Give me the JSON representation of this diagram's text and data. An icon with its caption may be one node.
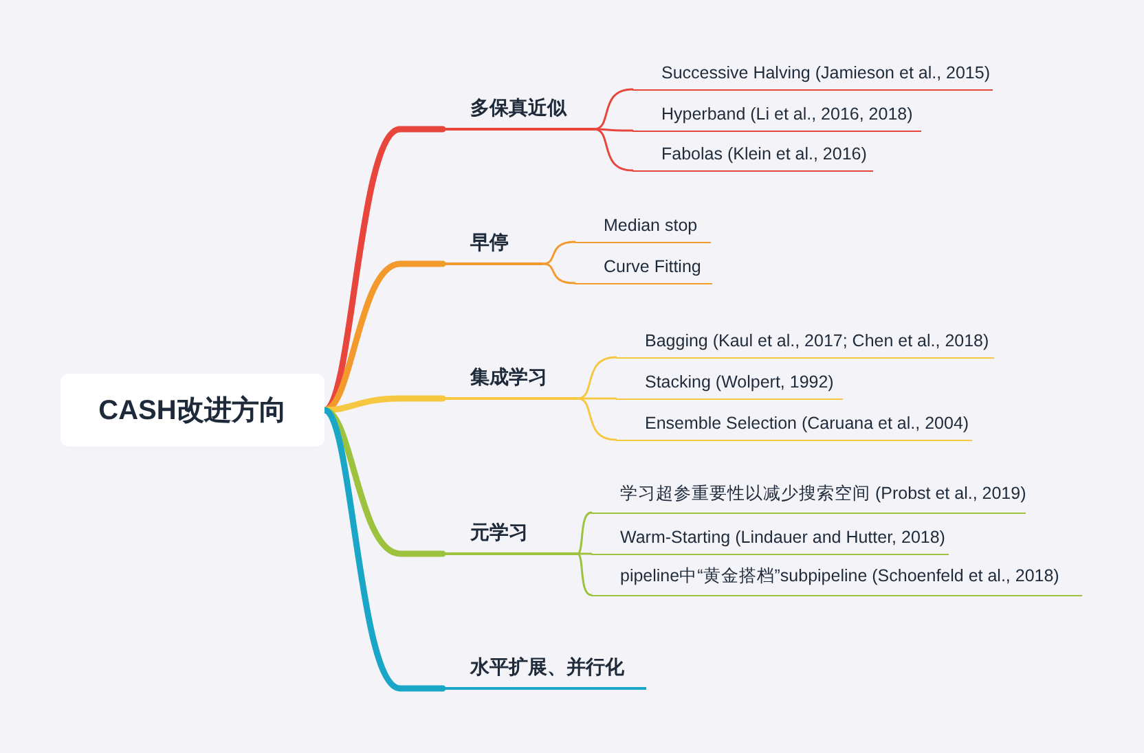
{
  "diagram": {
    "nodes": [
      {
        "text": [
          "CASH改进方向"
        ]
      },
      {
        "text": [
          "多保真近似"
        ]
      },
      {
        "text": [
          "Successive Halving (Jamieson et al., 2015)"
        ]
      },
      {
        "text": [
          "Hyperband (Li et al., 2016, 2018)"
        ]
      },
      {
        "text": [
          "Fabolas (Klein et al., 2016)"
        ]
      },
      {
        "text": [
          "早停"
        ]
      },
      {
        "text": [
          "Median stop"
        ]
      },
      {
        "text": [
          "Curve Fitting"
        ]
      },
      {
        "text": [
          "集成学习"
        ]
      },
      {
        "text": [
          "Bagging (Kaul et al., 2017; Chen et al., 2018)"
        ]
      },
      {
        "text": [
          "Stacking (Wolpert, 1992)"
        ]
      },
      {
        "text": [
          "Ensemble Selection (Caruana et al., 2004)"
        ]
      },
      {
        "text": [
          "元学习"
        ]
      },
      {
        "text": [
          "学习超参重要性以减少搜索空间 (Probst et al., 2019)"
        ]
      },
      {
        "text": [
          "Warm-Starting (Lindauer and Hutter, 2018)"
        ]
      },
      {
        "text": [
          "pipeline中“黄金搭档”subpipeline (Schoenfeld et al., 2018)"
        ]
      },
      {
        "text": [
          "水平扩展、并行化"
        ]
      }
    ],
    "edges": [
      {
        "from": 0,
        "to": 1,
        "arrow": "none",
        "style": "thick",
        "color": "#e8453c"
      },
      {
        "from": 1,
        "to": 2,
        "arrow": "none",
        "color": "#e8453c"
      },
      {
        "from": 1,
        "to": 3,
        "arrow": "none",
        "color": "#e8453c"
      },
      {
        "from": 1,
        "to": 4,
        "arrow": "none",
        "color": "#e8453c"
      },
      {
        "from": 0,
        "to": 5,
        "arrow": "none",
        "style": "thick",
        "color": "#f39a2c"
      },
      {
        "from": 5,
        "to": 6,
        "arrow": "none",
        "color": "#f39a2c"
      },
      {
        "from": 5,
        "to": 7,
        "arrow": "none",
        "color": "#f39a2c"
      },
      {
        "from": 0,
        "to": 8,
        "arrow": "none",
        "style": "thick",
        "color": "#f6c842"
      },
      {
        "from": 8,
        "to": 9,
        "arrow": "none",
        "color": "#f6c842"
      },
      {
        "from": 8,
        "to": 10,
        "arrow": "none",
        "color": "#f6c842"
      },
      {
        "from": 8,
        "to": 11,
        "arrow": "none",
        "color": "#f6c842"
      },
      {
        "from": 0,
        "to": 12,
        "arrow": "none",
        "style": "thick",
        "color": "#9cc23e"
      },
      {
        "from": 12,
        "to": 13,
        "arrow": "none",
        "color": "#9cc23e"
      },
      {
        "from": 12,
        "to": 14,
        "arrow": "none",
        "color": "#9cc23e"
      },
      {
        "from": 12,
        "to": 15,
        "arrow": "none",
        "color": "#9cc23e"
      },
      {
        "from": 0,
        "to": 16,
        "arrow": "none",
        "style": "thick",
        "color": "#1aa6c6"
      }
    ]
  }
}
